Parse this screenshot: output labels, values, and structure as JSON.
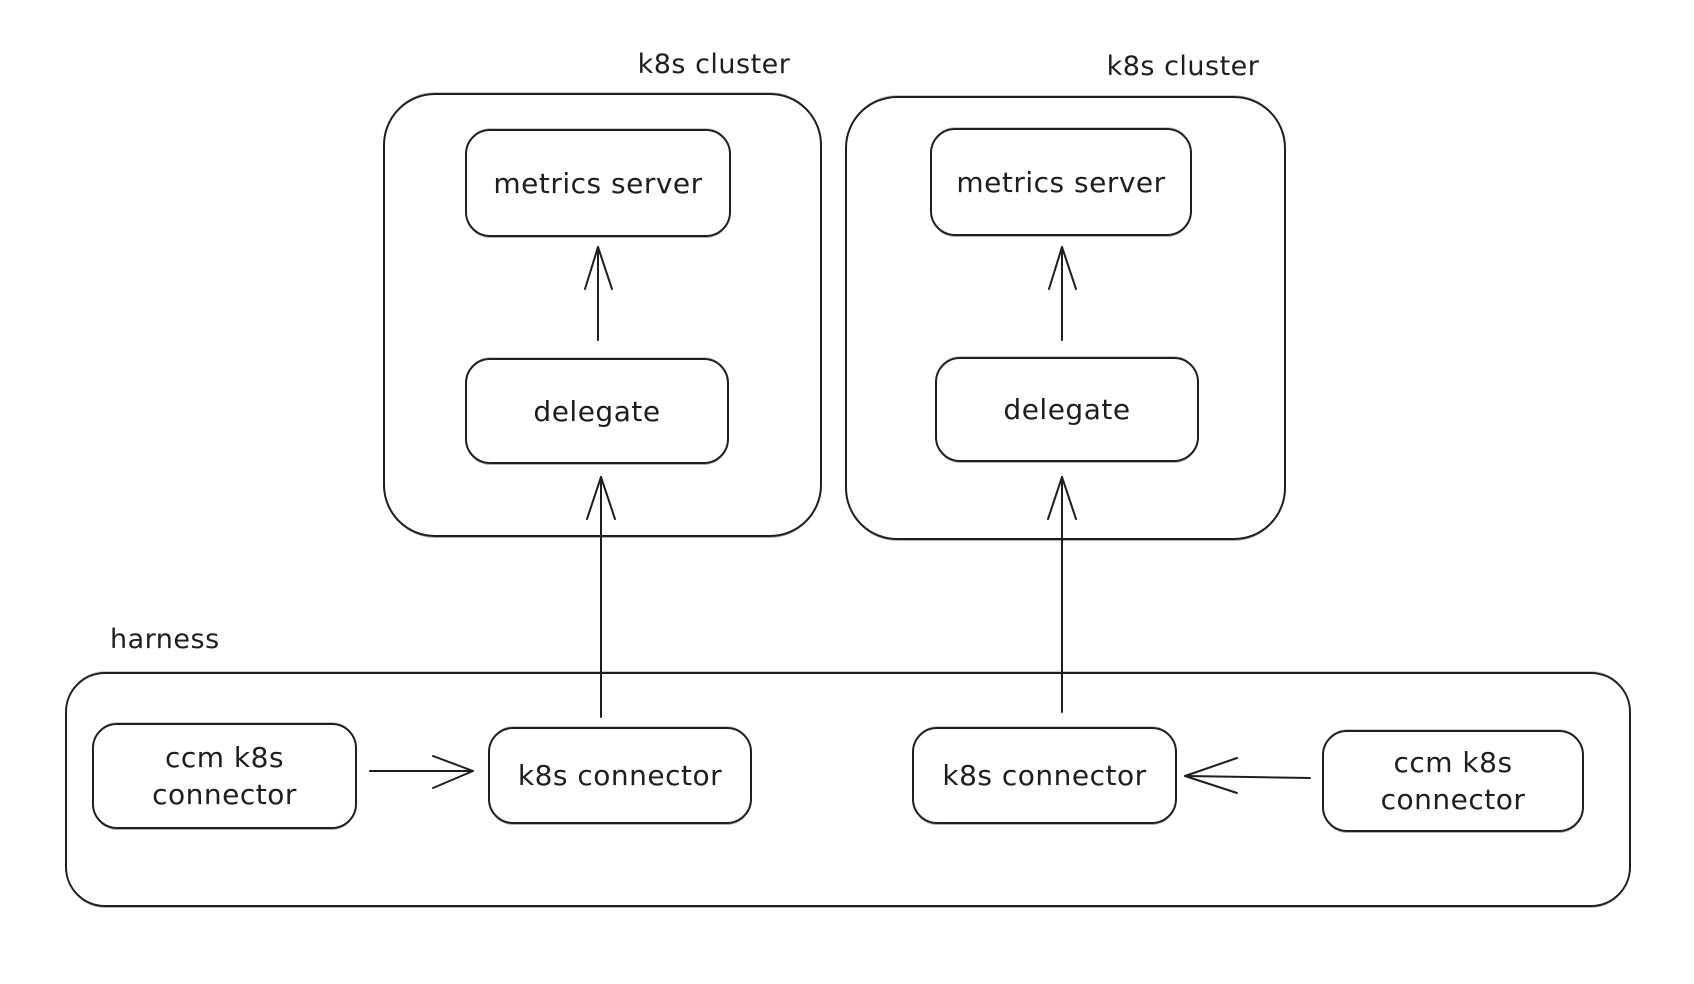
{
  "colors": {
    "stroke": "#1e1e1e",
    "background": "#ffffff"
  },
  "clusters": [
    {
      "label": "k8s cluster",
      "metrics_server": "metrics server",
      "delegate": "delegate"
    },
    {
      "label": "k8s cluster",
      "metrics_server": "metrics server",
      "delegate": "delegate"
    }
  ],
  "harness": {
    "label": "harness",
    "ccm_left": {
      "line1": "ccm k8s",
      "line2": "connector"
    },
    "k8s_left": "k8s connector",
    "k8s_right": "k8s connector",
    "ccm_right": {
      "line1": "ccm k8s",
      "line2": "connector"
    }
  },
  "edges": [
    {
      "from": "delegate (cluster 1)",
      "to": "metrics server (cluster 1)"
    },
    {
      "from": "k8s connector (left)",
      "to": "delegate (cluster 1)"
    },
    {
      "from": "ccm k8s connector (left)",
      "to": "k8s connector (left)"
    },
    {
      "from": "delegate (cluster 2)",
      "to": "metrics server (cluster 2)"
    },
    {
      "from": "k8s connector (right)",
      "to": "delegate (cluster 2)"
    },
    {
      "from": "ccm k8s connector (right)",
      "to": "k8s connector (right)"
    }
  ]
}
